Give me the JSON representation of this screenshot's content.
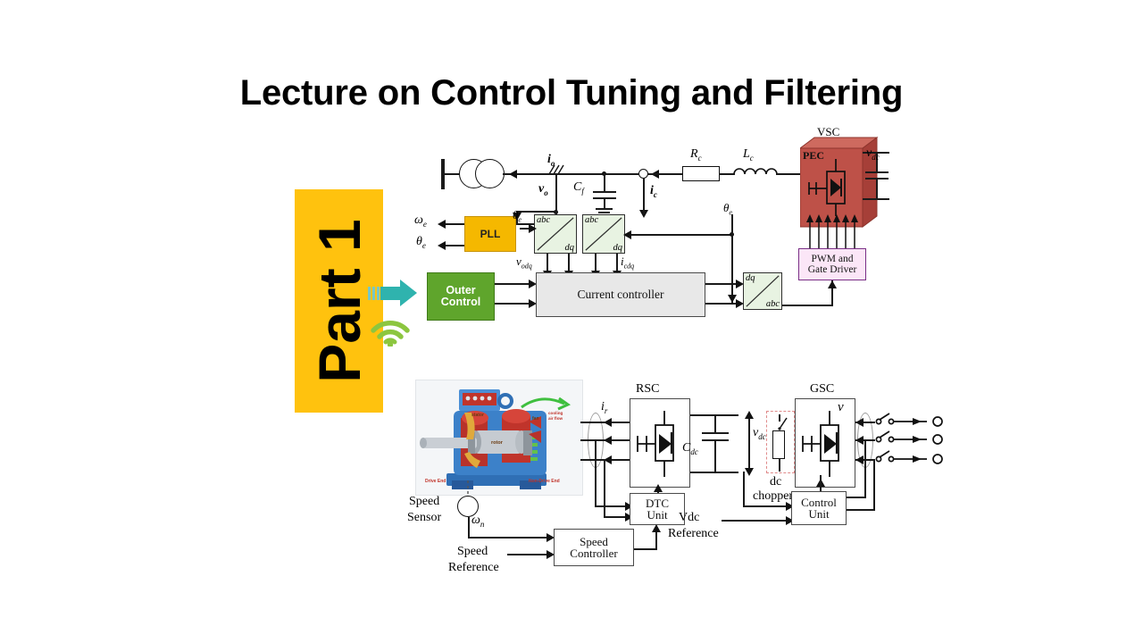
{
  "slide": {
    "title": "Lecture on Control Tuning and Filtering",
    "part_banner": {
      "text": "Part 1",
      "background_color": "#FFC20E",
      "text_color": "#000000"
    },
    "background_color": "#FFFFFF"
  },
  "diagram_top": {
    "name": "Grid-connected VSC current-control block diagram",
    "blocks": {
      "vsc_label": "VSC",
      "pec_label": "PEC",
      "pll": "PLL",
      "outer_control_line1": "Outer",
      "outer_control_line2": "Control",
      "current_controller": "Current controller",
      "pwm_line1": "PWM and",
      "pwm_line2": "Gate Driver",
      "abc_dq_1_top": "abc",
      "abc_dq_1_bottom": "dq",
      "abc_dq_2_top": "abc",
      "abc_dq_2_bottom": "dq",
      "dq_abc_top": "dq",
      "dq_abc_bottom": "abc"
    },
    "signals": {
      "i_o": "io",
      "v_o": "vo",
      "i_c": "ic",
      "C_f": "Cf",
      "R_c": "Rc",
      "L_c": "Lc",
      "v_dc": "vdc",
      "omega_e": "ωe",
      "theta_e_pll": "θe",
      "theta_e_left": "θe",
      "theta_e_right": "θe",
      "v_odq": "vodq",
      "i_cdq": "icdq"
    },
    "colors": {
      "pec_face": "#BE5148",
      "pll_fill": "#F5B800",
      "outer_control_fill": "#5FA52C",
      "current_controller_fill": "#E8E8E8",
      "pwm_fill": "#FBE6F7",
      "pwm_border": "#7A2E86",
      "transform_block_fill": "#E8F3E2",
      "teal_arrow": "#2FB3AE",
      "wifi_icon": "#7CBB3F"
    },
    "icons": {
      "incoming_arrow": "teal-right-arrow-icon",
      "wireless": "wifi-signal-icon"
    }
  },
  "diagram_bottom": {
    "name": "Doubly-fed induction generator back-to-back converter diagram",
    "blocks": {
      "rsc": "RSC",
      "gsc": "GSC",
      "dtc_unit_line1": "DTC",
      "dtc_unit_line2": "Unit",
      "control_unit_line1": "Control",
      "control_unit_line2": "Unit",
      "speed_controller_line1": "Speed",
      "speed_controller_line2": "Controller",
      "dc_chopper_line1": "dc",
      "dc_chopper_line2": "chopper"
    },
    "labels": {
      "speed_sensor_line1": "Speed",
      "speed_sensor_line2": "Sensor",
      "omega_n": "ωn",
      "speed_reference_line1": "Speed",
      "speed_reference_line2": "Reference",
      "vdc_reference_line1": "Vdc",
      "vdc_reference_line2": "Reference",
      "i_r": "ir",
      "v_dc": "vdc",
      "C_dc": "Cdc",
      "v": "v"
    },
    "motor_image": {
      "alt": "cutaway induction motor illustration",
      "callouts": [
        "stator",
        "rotor",
        "fan",
        "cooling air flow",
        "Drive End",
        "Non-Drive End"
      ],
      "body_color": "#2F6FB5",
      "winding_color": "#C0342B"
    },
    "colors": {
      "chopper_dashed_border": "#E08A8A",
      "line_color": "#1A1A1A"
    }
  }
}
